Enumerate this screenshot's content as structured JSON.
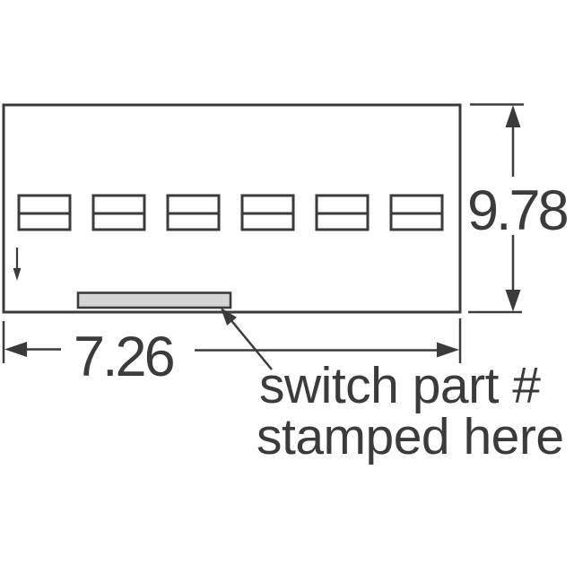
{
  "drawing": {
    "width_dimension": "7.26",
    "height_dimension": "9.78",
    "annotation_line1": "switch part #",
    "annotation_line2": "stamped here",
    "switch_count": 6,
    "colors": {
      "line": "#3b3b3d",
      "stamp_fill": "#d4d4d4",
      "background": "#ffffff"
    }
  }
}
